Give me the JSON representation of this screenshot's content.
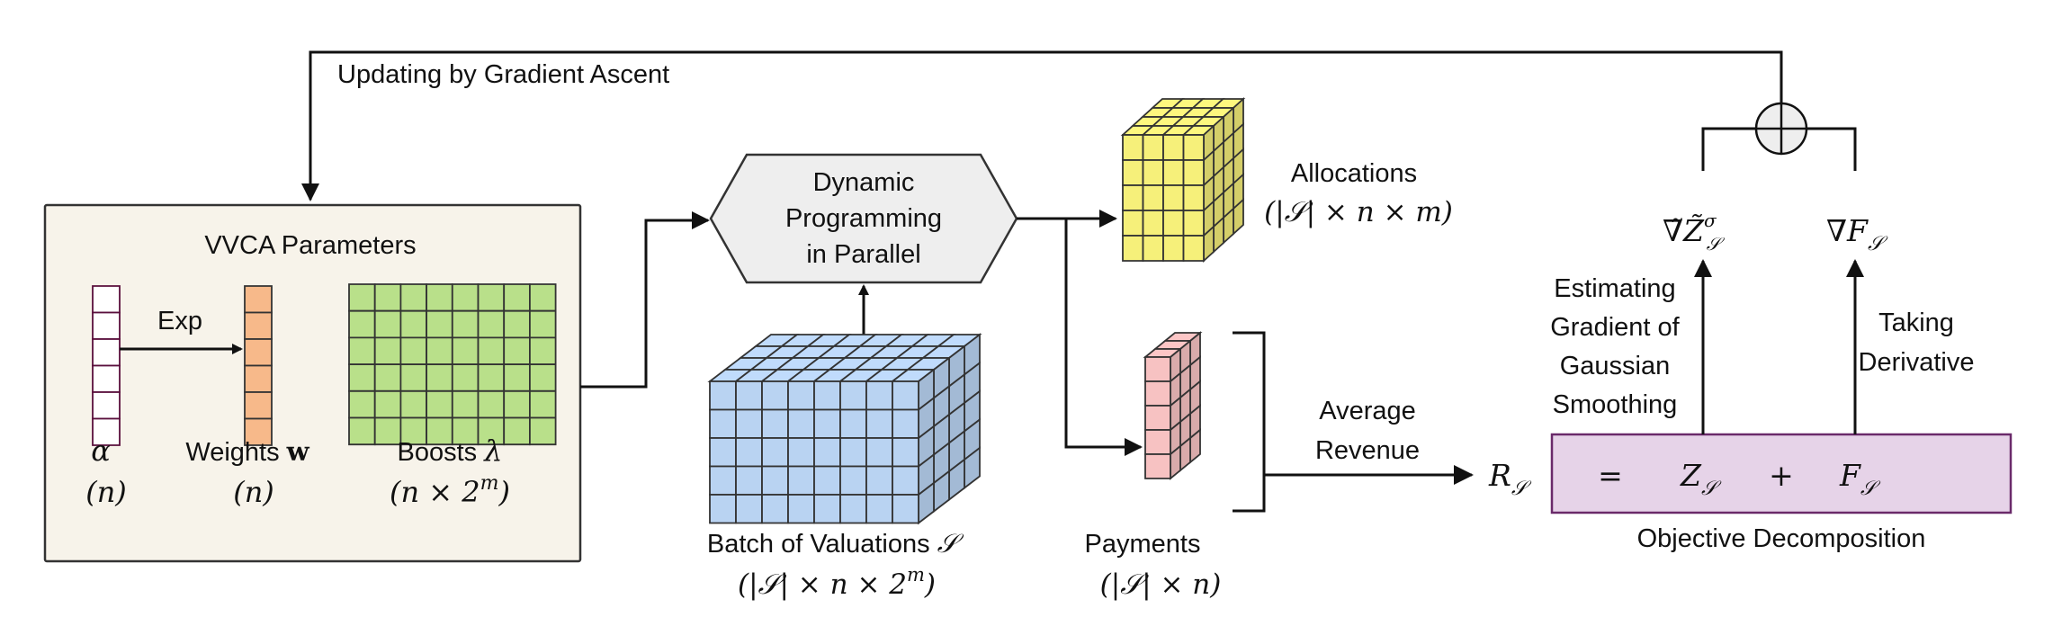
{
  "feedback": {
    "label": "Updating by Gradient Ascent"
  },
  "vvca": {
    "title": "VVCA Parameters",
    "exp_label": "Exp",
    "alpha": {
      "symbol": "α",
      "dim": "(n)"
    },
    "weights": {
      "label": "Weights",
      "symbol": "w",
      "dim": "(n)"
    },
    "boosts": {
      "label": "Boosts",
      "symbol": "λ",
      "dim": "(n × 2",
      "dim_sup": "m",
      "dim_close": ")"
    }
  },
  "dp": {
    "line1": "Dynamic",
    "line2": "Programming",
    "line3": "in Parallel"
  },
  "batch": {
    "label": "Batch of Valuations",
    "symbol": "𝒮",
    "dim_open": "(|𝒮| × n × 2",
    "dim_sup": "m",
    "dim_close": ")"
  },
  "allocations": {
    "label": "Allocations",
    "dim": "(|𝒮| × n × m)"
  },
  "payments": {
    "label": "Payments",
    "dim": "(|𝒮| × n)"
  },
  "average_revenue": {
    "line1": "Average",
    "line2": "Revenue"
  },
  "revenue_symbol": {
    "base": "R",
    "sub": "𝒮"
  },
  "objective": {
    "equals": "=",
    "z": "Z",
    "z_sub": "𝒮",
    "plus": "+",
    "f": "F",
    "f_sub": "𝒮",
    "caption": "Objective Decomposition"
  },
  "gradients": {
    "left": {
      "nabla": "∇̃",
      "base": "Z̃",
      "sub": "𝒮",
      "sup": "σ"
    },
    "right": {
      "nabla": "∇",
      "base": "F",
      "sub": "𝒮"
    },
    "oplus": "⊕"
  },
  "estimating": {
    "line1": "Estimating",
    "line2": "Gradient of",
    "line3": "Gaussian",
    "line4": "Smoothing"
  },
  "taking": {
    "line1": "Taking",
    "line2": "Derivative"
  },
  "colors": {
    "vvca_bg": "#f7f3ea",
    "alpha_cells": "#ffffff",
    "alpha_stroke": "#5a0f3c",
    "weights_cells": "#f7b98a",
    "boosts_cells": "#b9e08a",
    "batch_cells": "#b9d3f2",
    "alloc_cells": "#f6f07a",
    "pay_cells": "#f7c2c2",
    "dp_bg": "#eeeeee",
    "objective_bg": "#e6d3e8",
    "objective_stroke": "#6a2a6a"
  }
}
